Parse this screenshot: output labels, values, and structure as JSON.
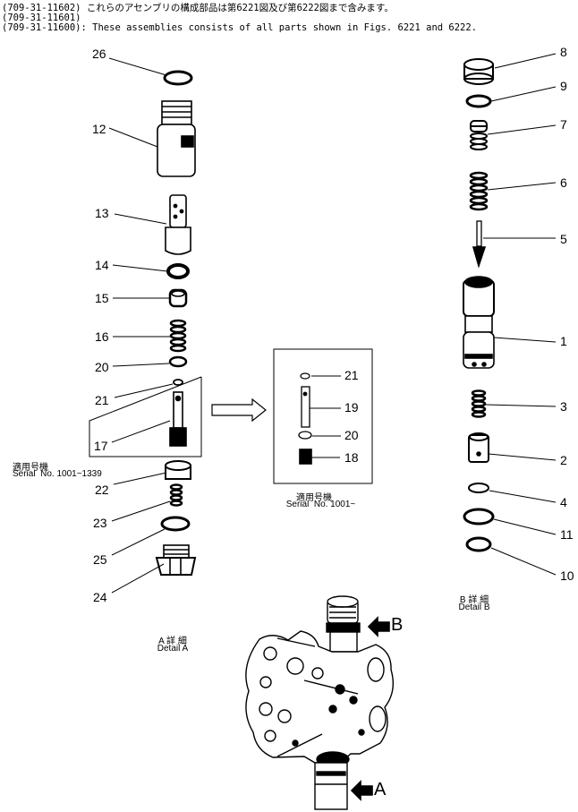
{
  "header": {
    "line1_code": "(709-31-11602)",
    "line1_text": "これらのアセンブリの構成部品は第6221図及び第6222図まで含みます。",
    "line2_code": "(709-31-11601)",
    "line3_code": "(709-31-11600)",
    "line3_text": ": These assemblies consists of all parts shown in Figs. 6221 and 6222."
  },
  "detail_a": {
    "labels": [
      "26",
      "12",
      "13",
      "14",
      "15",
      "16",
      "20",
      "21",
      "17",
      "22",
      "23",
      "25",
      "24"
    ],
    "serial_jp": "適用号機",
    "serial_en": "Serial  No. 1001~1339",
    "caption_jp": "A 詳 細",
    "caption_en": "Detail A"
  },
  "inset": {
    "labels": [
      "21",
      "19",
      "20",
      "18"
    ],
    "serial_jp": "適用号機",
    "serial_en": "Serial  No. 1001~"
  },
  "detail_b": {
    "labels": [
      "8",
      "9",
      "7",
      "6",
      "5",
      "1",
      "3",
      "2",
      "4",
      "11",
      "10"
    ],
    "caption_jp": "B 詳 細",
    "caption_en": "Detail B"
  },
  "assembly": {
    "arrow_b": "B",
    "arrow_a": "A"
  }
}
